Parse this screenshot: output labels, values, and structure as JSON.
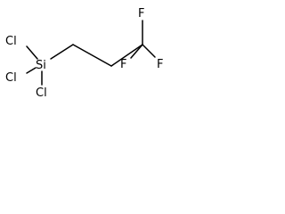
{
  "molecule": {
    "name": "",
    "atoms": {
      "si": "Si",
      "cl_top": "Cl",
      "cl_left": "Cl",
      "cl_bottom": "Cl",
      "f_top": "F",
      "f_left": "F",
      "f_right": "F"
    }
  }
}
